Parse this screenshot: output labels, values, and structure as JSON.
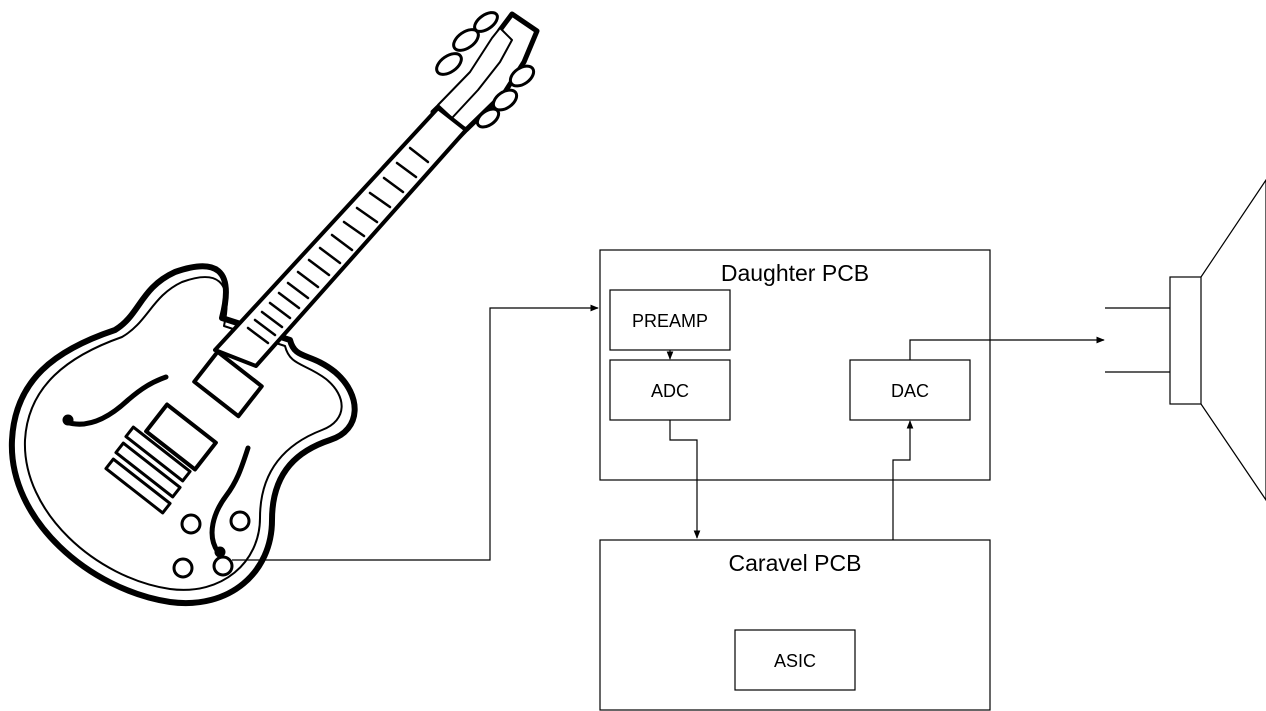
{
  "diagram": {
    "blocks": {
      "daughter_pcb": {
        "title": "Daughter PCB"
      },
      "preamp": {
        "label": "PREAMP"
      },
      "adc": {
        "label": "ADC"
      },
      "dac": {
        "label": "DAC"
      },
      "caravel_pcb": {
        "title": "Caravel PCB"
      },
      "asic": {
        "label": "ASIC"
      }
    },
    "icons": {
      "source": "electric-guitar-icon",
      "output": "loudspeaker-icon"
    },
    "colors": {
      "stroke": "#000000",
      "background": "#ffffff"
    }
  }
}
